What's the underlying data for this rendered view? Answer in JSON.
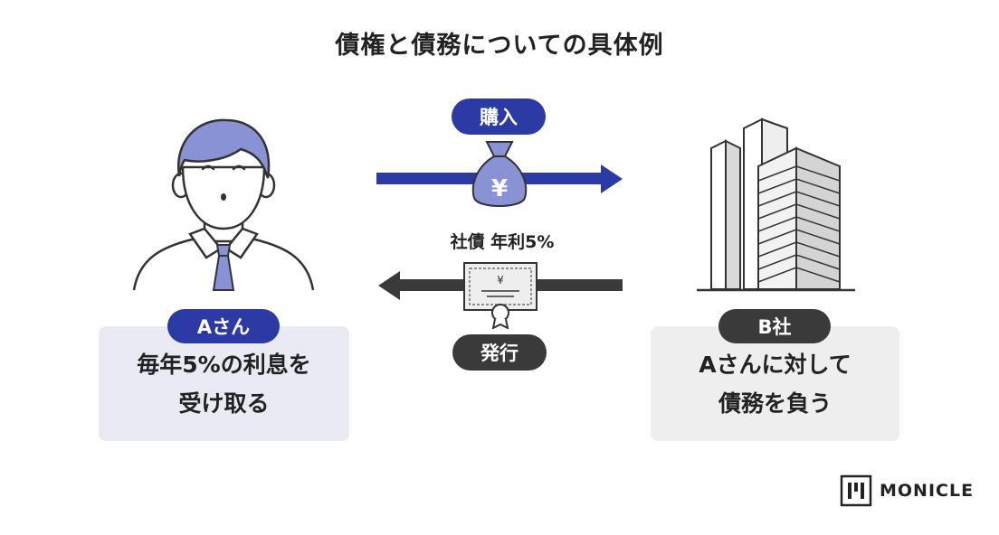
{
  "title": "債権と債務についての具体例",
  "person": {
    "label": "Aさん",
    "description_line1": "毎年5%の利息を",
    "description_line2": "受け取る"
  },
  "company": {
    "label": "B社",
    "description_line1": "Aさんに対して",
    "description_line2": "債務を負う"
  },
  "flow_top": {
    "label": "購入",
    "money_symbol": "¥"
  },
  "flow_bottom": {
    "label": "発行",
    "bond_caption": "社債 年利5%",
    "certificate_symbol": "¥"
  },
  "brand": {
    "name": "MONICLE"
  },
  "colors": {
    "blue": "#2b3aa5",
    "dark": "#3a3a3a",
    "person_fill": "#8a92d6",
    "card_a": "#e9eaf4",
    "card_b": "#eeeeee"
  }
}
